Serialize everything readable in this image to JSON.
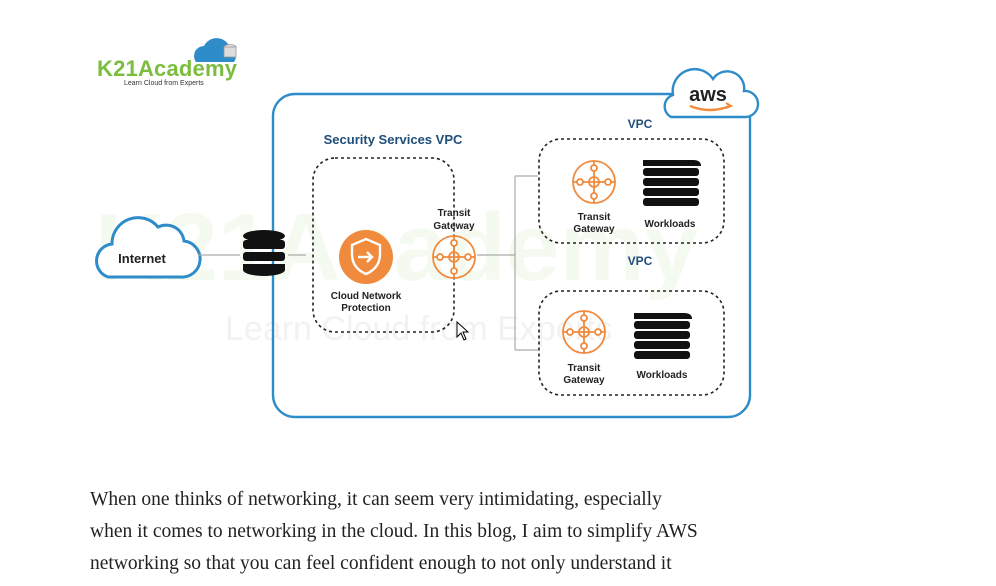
{
  "logo": {
    "name": "K21Academy",
    "tagline": "Learn Cloud from Experts"
  },
  "diagram": {
    "provider_label": "aws",
    "internet_label": "Internet",
    "security_vpc_label": "Security Services VPC",
    "cnp_label_line1": "Cloud Network",
    "cnp_label_line2": "Protection",
    "transit_label_line1": "Transit",
    "transit_label_line2": "Gateway",
    "vpc1_label": "VPC",
    "vpc2_label": "VPC",
    "vpc1_tgw_line1": "Transit",
    "vpc1_tgw_line2": "Gateway",
    "vpc1_workloads": "Workloads",
    "vpc2_tgw_line1": "Transit",
    "vpc2_tgw_line2": "Gateway",
    "vpc2_workloads": "Workloads",
    "watermark_title": "K21Academy",
    "watermark_sub": "Learn Cloud from Experts"
  },
  "article": {
    "lines": [
      "When one thinks of networking, it can seem very intimidating, especially",
      "when it comes to networking in the cloud. In this blog, I aim to simplify AWS",
      "networking so that you can feel confident enough to not only understand it"
    ]
  },
  "colors": {
    "aws_blue": "#2e8cc9",
    "orange": "#f08a3c",
    "logo_green": "#7cbd3f",
    "navy_text": "#1f4e79"
  }
}
